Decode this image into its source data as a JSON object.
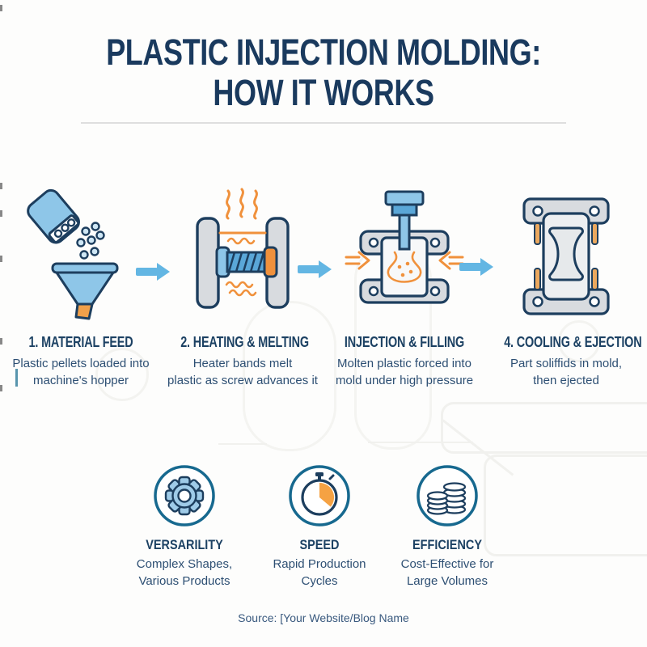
{
  "header": {
    "title_line1": "PLASTIC INJECTION MOLDING:",
    "title_line2": "HOW IT WORKS"
  },
  "steps": [
    {
      "title": "1. MATERIAL FEED",
      "desc_line1": "Plastic pellets loaded into",
      "desc_line2": "machine's hopper",
      "icon": "hopper-feed-icon"
    },
    {
      "title": "2. HEATING & MELTING",
      "desc_line1": "Heater bands melt",
      "desc_line2": "plastic as screw advances it",
      "icon": "heater-screw-icon"
    },
    {
      "title": "INJECTION & FILLING",
      "desc_line1": "Molten plastic forced into",
      "desc_line2": "mold under high pressure",
      "icon": "mold-injection-icon"
    },
    {
      "title": "4. COOLING & EJECTION",
      "desc_line1": "Part soliffids in mold,",
      "desc_line2": "then ejected",
      "icon": "mold-ejection-icon"
    }
  ],
  "benefits": [
    {
      "title": "VERSARILITY",
      "desc_line1": "Complex Shapes,",
      "desc_line2": "Various Products",
      "icon": "gear-icon"
    },
    {
      "title": "SPEED",
      "desc_line1": "Rapid Production",
      "desc_line2": "Cycles",
      "icon": "stopwatch-icon"
    },
    {
      "title": "EFFICIENCY",
      "desc_line1": "Cost-Effective for",
      "desc_line2": "Large Volumes",
      "icon": "coin-stack-icon"
    }
  ],
  "footer": {
    "source": "Source: [Your Website/Blog Name"
  },
  "colors": {
    "title_navy": "#1a3a5e",
    "outline_navy": "#1d3e5e",
    "body_text": "#2d4f73",
    "light_blue": "#8ec6e8",
    "mid_blue": "#5aa7d8",
    "arrow_blue": "#63b6e3",
    "orange": "#f0913c",
    "plate_gray": "#d8dbdf",
    "circle_teal": "#17698f",
    "divider_gray": "#dedede"
  }
}
